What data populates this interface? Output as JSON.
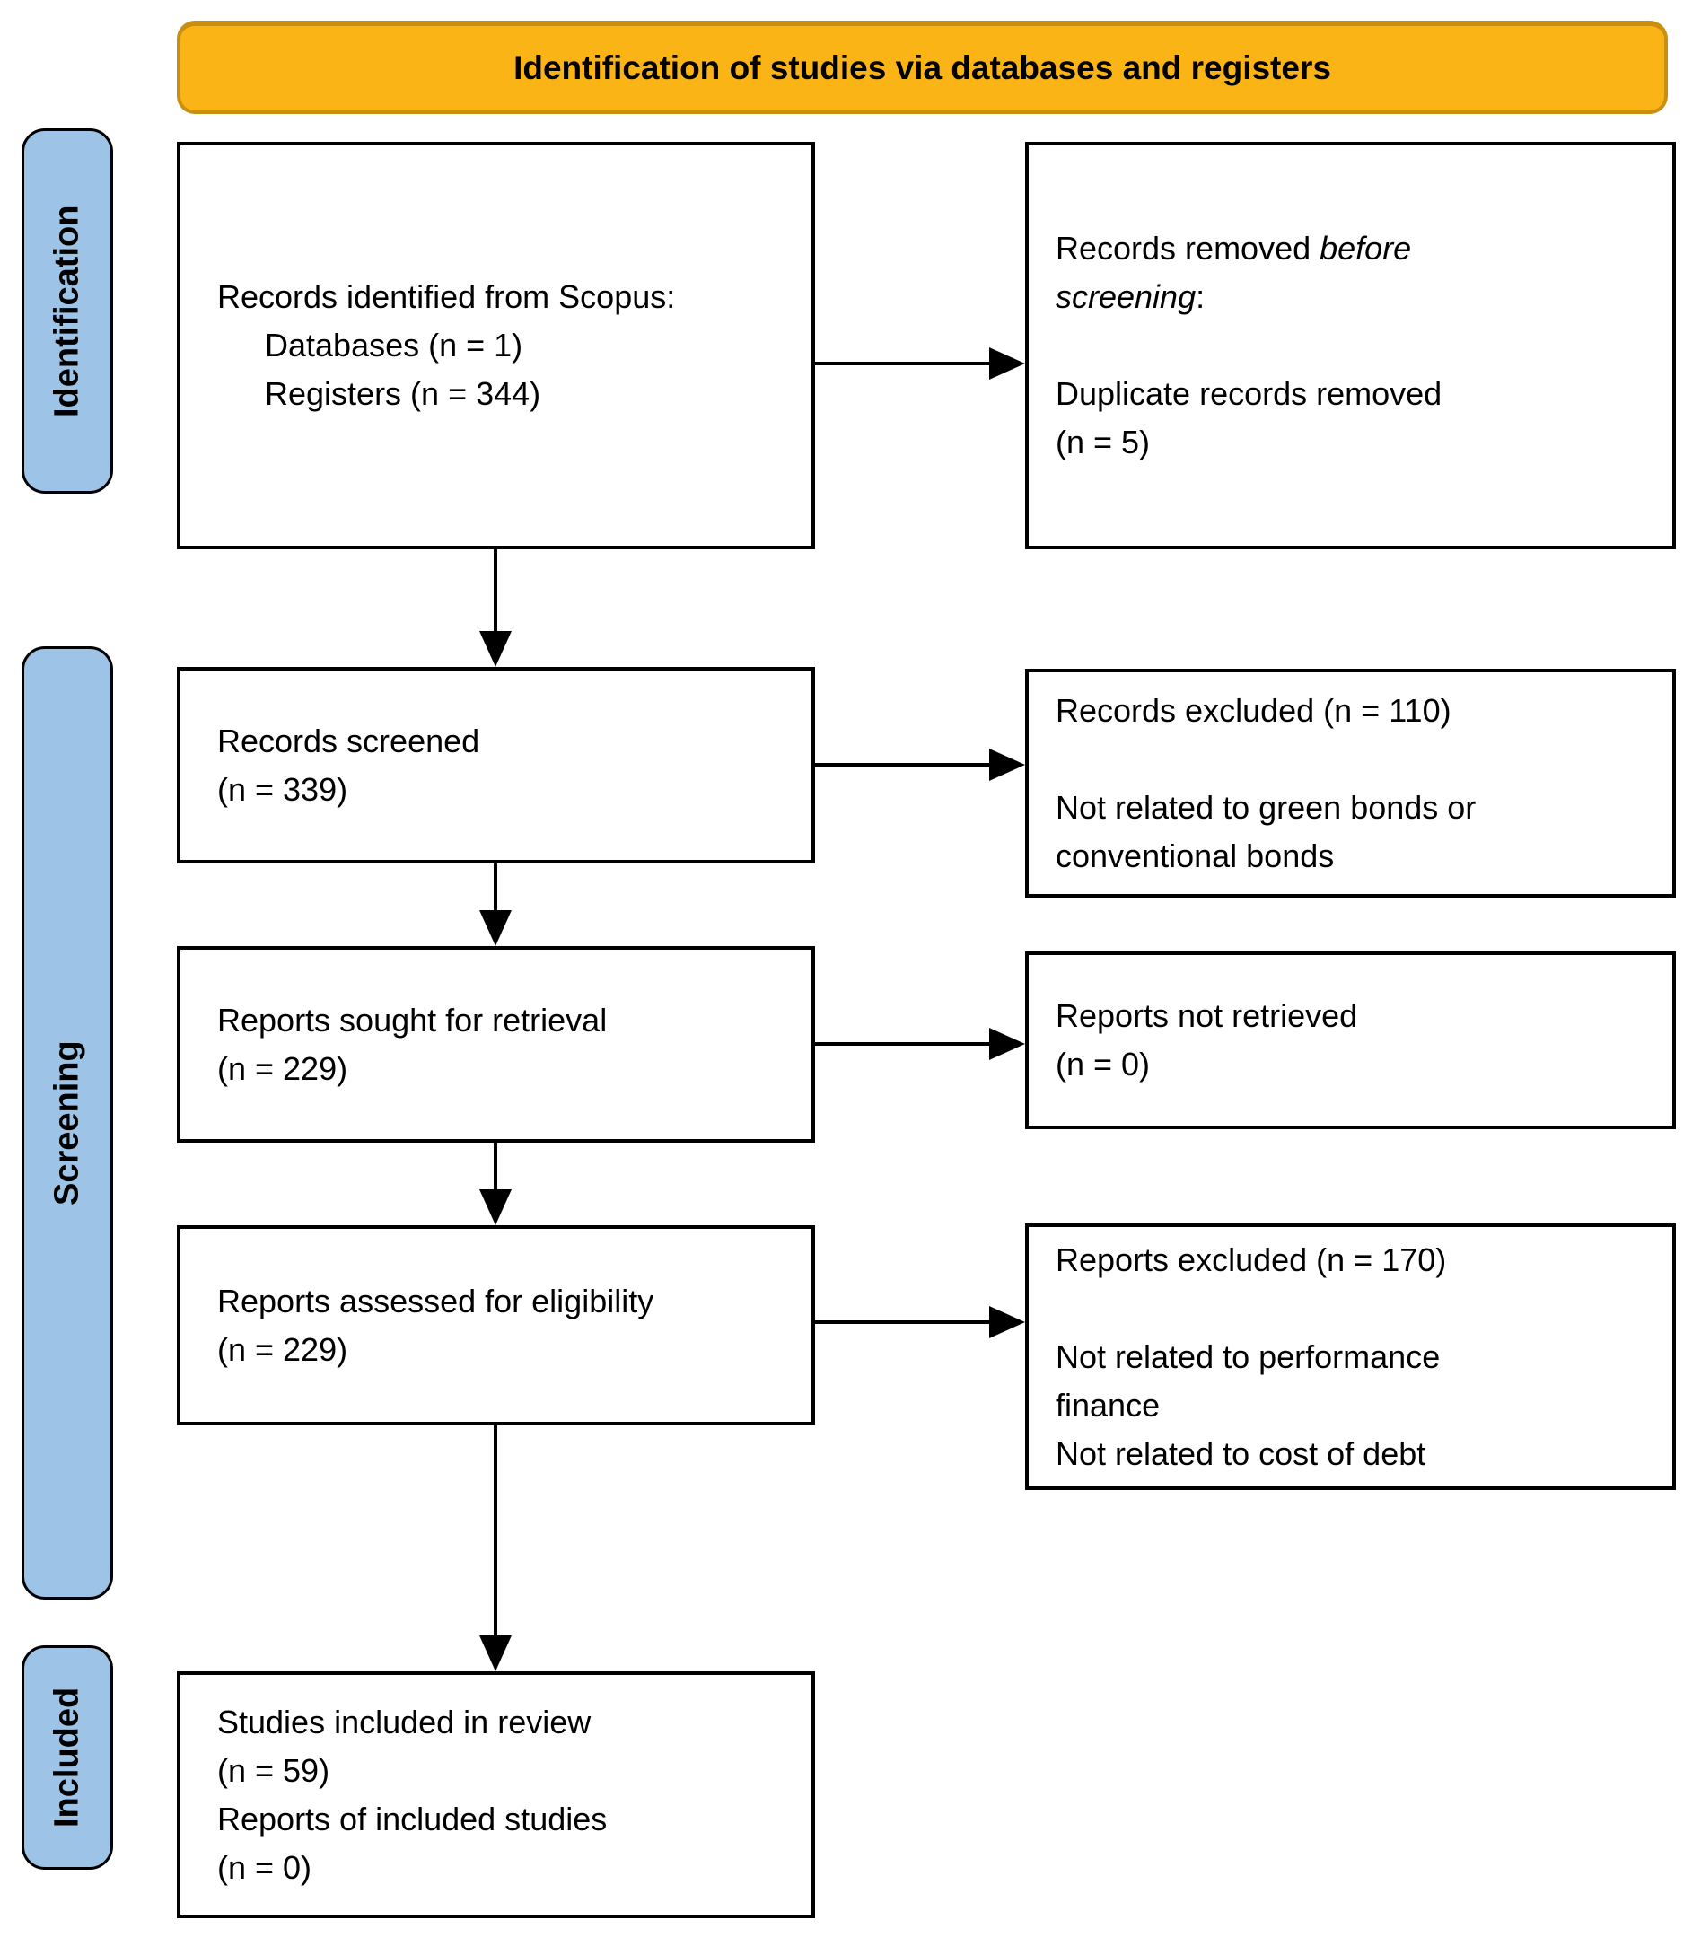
{
  "banner": {
    "title": "Identification of studies via databases and registers"
  },
  "sidebar": {
    "stages": [
      "Identification",
      "Screening",
      "Included"
    ]
  },
  "flow": {
    "identified": {
      "lines": [
        "Records identified from Scopus:",
        "Databases (n = 1)",
        "Registers (n = 344)"
      ]
    },
    "removed": {
      "line1_prefix": "Records removed ",
      "line1_italic": "before",
      "line2_italic": "screening",
      "line2_suffix": ":",
      "para2": [
        "Duplicate records removed",
        "(n = 5)"
      ]
    },
    "screened": {
      "lines": [
        "Records screened",
        "(n = 339)"
      ]
    },
    "records_excluded": {
      "heading": "Records excluded (n = 110)",
      "reasons": [
        "Not related to green bonds or",
        "conventional bonds"
      ]
    },
    "sought": {
      "lines": [
        "Reports sought for retrieval",
        "(n = 229)"
      ]
    },
    "not_retrieved": {
      "lines": [
        "Reports not retrieved",
        "(n = 0)"
      ]
    },
    "assessed": {
      "lines": [
        "Reports assessed for eligibility",
        "(n = 229)"
      ]
    },
    "reports_excluded": {
      "heading": "Reports excluded (n = 170)",
      "reasons": [
        "Not related to performance",
        "finance",
        "Not related to cost of debt"
      ]
    },
    "included": {
      "lines": [
        "Studies included in review",
        "(n = 59)",
        "Reports of included studies",
        "(n = 0)"
      ]
    }
  },
  "colors": {
    "banner_fill": "#FBB416",
    "banner_border": "#C88F10",
    "stage_fill": "#9DC3E6",
    "box_border": "#000000",
    "background": "#FFFFFF"
  }
}
